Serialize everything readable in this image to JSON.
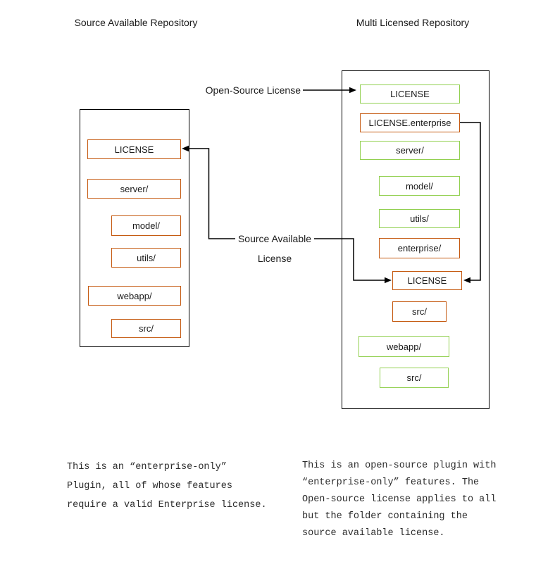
{
  "titles": {
    "left": "Source Available Repository",
    "right": "Multi Licensed Repository"
  },
  "annotations": {
    "open_source": "Open-Source License",
    "source_available_line1": "Source Available",
    "source_available_line2": "License"
  },
  "left_repo": {
    "items": [
      {
        "label": "LICENSE",
        "border": "orange"
      },
      {
        "label": "server/",
        "border": "orange"
      },
      {
        "label": "model/",
        "border": "orange"
      },
      {
        "label": "utils/",
        "border": "orange"
      },
      {
        "label": "webapp/",
        "border": "orange"
      },
      {
        "label": "src/",
        "border": "orange"
      }
    ]
  },
  "right_repo": {
    "items": [
      {
        "label": "LICENSE",
        "border": "green"
      },
      {
        "label": "LICENSE.enterprise",
        "border": "orange"
      },
      {
        "label": "server/",
        "border": "green"
      },
      {
        "label": "model/",
        "border": "green"
      },
      {
        "label": "utils/",
        "border": "green"
      },
      {
        "label": "enterprise/",
        "border": "orange"
      },
      {
        "label": "LICENSE",
        "border": "orange"
      },
      {
        "label": "src/",
        "border": "orange"
      },
      {
        "label": "webapp/",
        "border": "green"
      },
      {
        "label": "src/",
        "border": "green"
      }
    ]
  },
  "notes": {
    "left": [
      "This is an “enterprise-only”",
      "Plugin, all of whose features",
      "require a valid Enterprise license."
    ],
    "right": [
      "This is an open-source plugin with",
      "“enterprise-only” features. The",
      "Open-source license applies to all",
      "but the folder containing the",
      "source available license."
    ]
  },
  "colors": {
    "orange": "#C55A11",
    "green": "#92D050",
    "line": "#000000"
  }
}
